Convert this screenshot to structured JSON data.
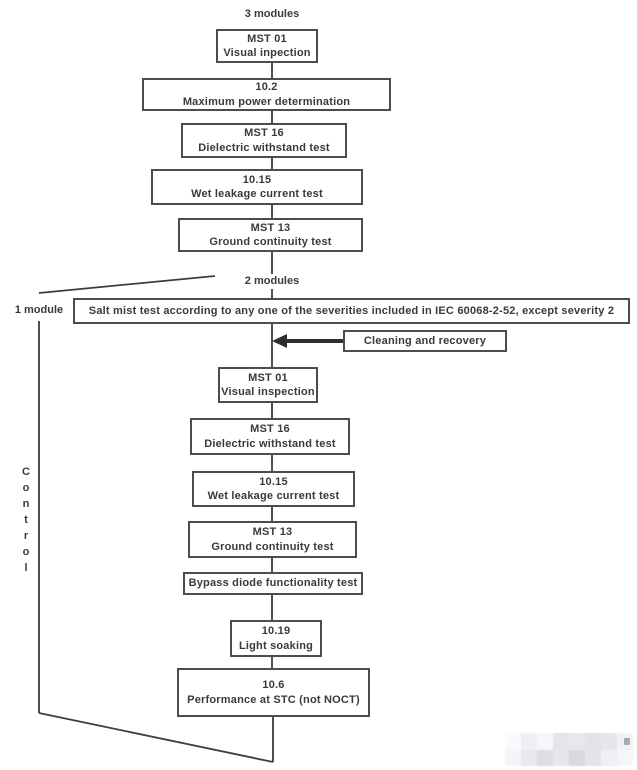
{
  "diagram": {
    "labels": {
      "top": "3 modules",
      "branch_right": "2 modules",
      "branch_left": "1 module",
      "control": "Control"
    },
    "sequence_a": [
      {
        "code": "MST 01",
        "name": "Visual inpection"
      },
      {
        "code": "10.2",
        "name": "Maximum power determination"
      },
      {
        "code": "MST 16",
        "name": "Dielectric withstand test"
      },
      {
        "code": "10.15",
        "name": "Wet leakage current test"
      },
      {
        "code": "MST 13",
        "name": "Ground continuity test"
      }
    ],
    "salt_mist": {
      "text": "Salt mist test according to any one of the severities included in IEC 60068-2-52, except  severity 2"
    },
    "cleaning": {
      "text": "Cleaning and recovery"
    },
    "sequence_b": [
      {
        "code": "MST 01",
        "name": "Visual inspection"
      },
      {
        "code": "MST 16",
        "name": "Dielectric withstand test"
      },
      {
        "code": "10.15",
        "name": "Wet leakage current test"
      },
      {
        "code": "MST 13",
        "name": "Ground continuity test"
      },
      {
        "name": "Bypass diode functionality test"
      },
      {
        "code": "10.19",
        "name": "Light soaking"
      },
      {
        "code": "10.6",
        "name": "Performance at STC (not NOCT)"
      }
    ],
    "colors": {
      "line": "#3d3d3d",
      "text": "#3a3a3a",
      "box_border": "#4c4c4c"
    }
  }
}
